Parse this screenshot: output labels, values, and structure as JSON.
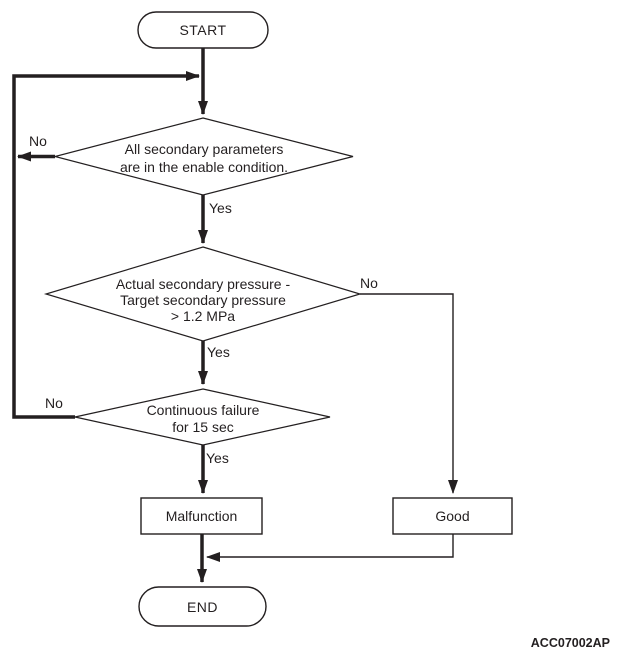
{
  "figure": {
    "code": "ACC07002AP"
  },
  "colors": {
    "ink": "#231f20",
    "background": "#ffffff"
  },
  "flowchart": {
    "start": {
      "label": "START"
    },
    "decision_enable": {
      "text": "All secondary parameters\nare in the enable condition.",
      "no_label": "No",
      "yes_label": "Yes"
    },
    "decision_pressure": {
      "text": "Actual secondary pressure -\nTarget secondary pressure\n> 1.2 MPa",
      "no_label": "No",
      "yes_label": "Yes"
    },
    "decision_failure": {
      "text": "Continuous failure\nfor 15 sec",
      "no_label": "No",
      "yes_label": "Yes"
    },
    "malfunction": {
      "label": "Malfunction"
    },
    "good": {
      "label": "Good"
    },
    "end": {
      "label": "END"
    }
  }
}
